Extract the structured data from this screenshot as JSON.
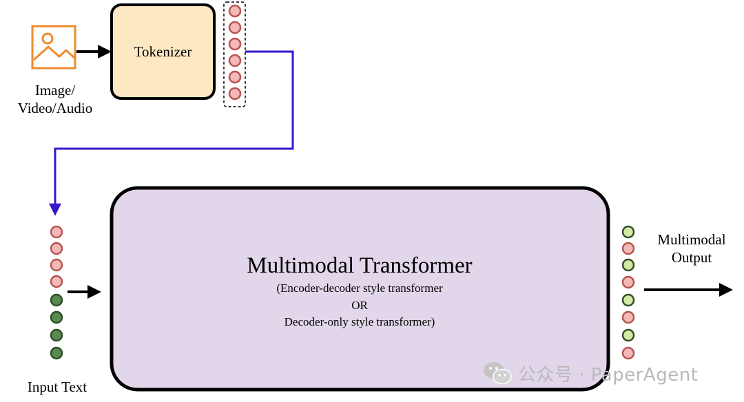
{
  "tokenizer": {
    "label": "Tokenizer"
  },
  "media_input": {
    "label_line1": "Image/",
    "label_line2": "Video/Audio",
    "icon": "image-icon"
  },
  "input_text": {
    "label": "Input Text"
  },
  "transformer": {
    "title": "Multimodal Transformer",
    "line1": "(Encoder-decoder style transformer",
    "line2": "OR",
    "line3": "Decoder-only style transformer)"
  },
  "output": {
    "label_line1": "Multimodal",
    "label_line2": "Output"
  },
  "watermark": {
    "text": "公众号 · PaperAgent",
    "icon": "wechat-icon"
  },
  "token_colors": {
    "media": "#f4b8b8",
    "media_stroke": "#b85450",
    "text": "#5a8a50",
    "text_stroke": "#2f4f2a",
    "output_light": "#d5e8a4",
    "output_light_stroke": "#2f4f2a"
  },
  "colors": {
    "tokenizer_fill": "#fce8c2",
    "transformer_fill": "#e2d6ea",
    "connector": "#3a14cc",
    "image_icon": "#ee8a2e"
  }
}
